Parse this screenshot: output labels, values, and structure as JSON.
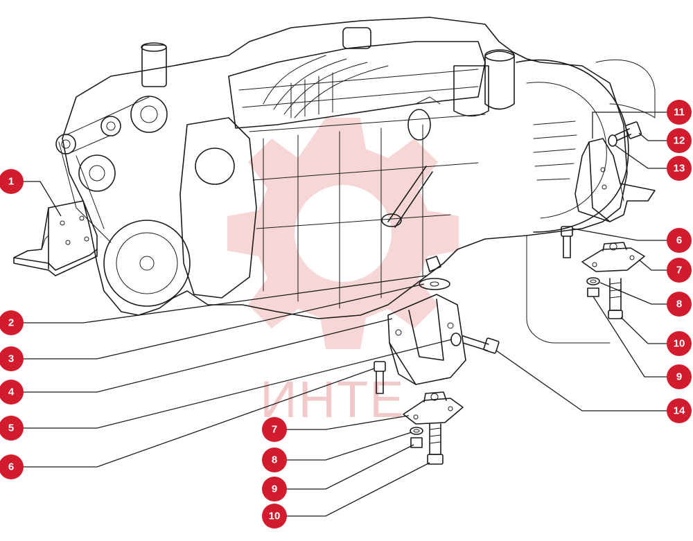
{
  "watermark": {
    "text": "ИНТЕ",
    "color": "#f3c8c8"
  },
  "colors": {
    "badge": "#d21c2e",
    "line": "#1a1a1a"
  },
  "callouts": [
    {
      "id": "c1",
      "label": "1"
    },
    {
      "id": "c2",
      "label": "2"
    },
    {
      "id": "c3",
      "label": "3"
    },
    {
      "id": "c4",
      "label": "4"
    },
    {
      "id": "c5",
      "label": "5"
    },
    {
      "id": "c6l",
      "label": "6"
    },
    {
      "id": "c7b",
      "label": "7"
    },
    {
      "id": "c8b",
      "label": "8"
    },
    {
      "id": "c9b",
      "label": "9"
    },
    {
      "id": "c10b",
      "label": "10"
    },
    {
      "id": "c11",
      "label": "11"
    },
    {
      "id": "c12",
      "label": "12"
    },
    {
      "id": "c13",
      "label": "13"
    },
    {
      "id": "c6r",
      "label": "6"
    },
    {
      "id": "c7r",
      "label": "7"
    },
    {
      "id": "c8r",
      "label": "8"
    },
    {
      "id": "c10r",
      "label": "10"
    },
    {
      "id": "c9r",
      "label": "9"
    },
    {
      "id": "c14",
      "label": "14"
    }
  ]
}
